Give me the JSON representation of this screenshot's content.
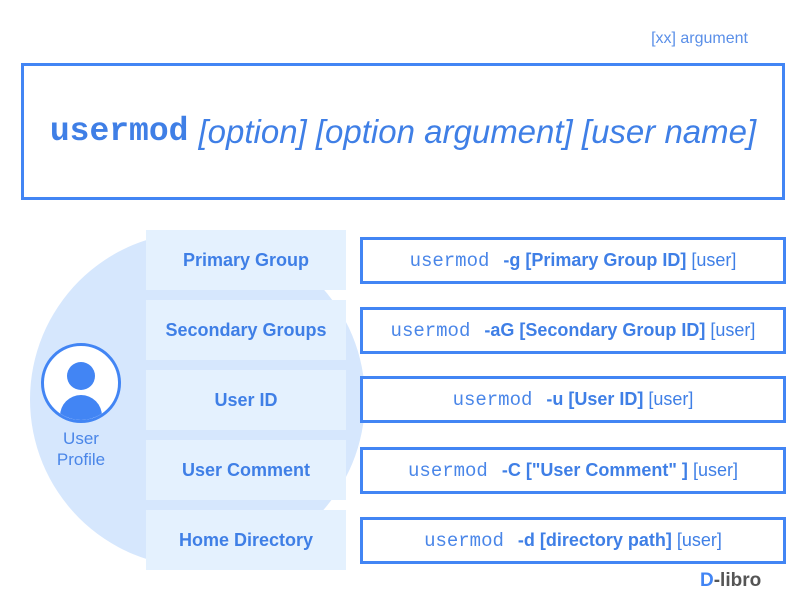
{
  "legend": "[xx] argument",
  "syntax": {
    "command": "usermod",
    "arg1": "[option]",
    "arg2": "[option argument]",
    "arg3": "[user name]"
  },
  "profile": {
    "label_line1": "User",
    "label_line2": "Profile",
    "icon": "user-icon"
  },
  "rows": [
    {
      "label": "Primary Group",
      "cmd": "usermod",
      "option": "-g [Primary Group ID]",
      "user": "[user]"
    },
    {
      "label": "Secondary Groups",
      "cmd": "usermod",
      "option": "-aG [Secondary Group ID]",
      "user": "[user]"
    },
    {
      "label": "User ID",
      "cmd": "usermod",
      "option": "-u [User ID]",
      "user": "[user]"
    },
    {
      "label": "User Comment",
      "cmd": "usermod",
      "option": "-C [\"User Comment\" ]",
      "user": "[user]"
    },
    {
      "label": "Home Directory",
      "cmd": "usermod",
      "option": "-d [directory path]",
      "user": "[user]"
    }
  ],
  "logo": {
    "mark": "D",
    "text": "-libro"
  },
  "colors": {
    "accent": "#4285f4",
    "light": "#e4f1fe",
    "disc": "#d6e7fd"
  }
}
